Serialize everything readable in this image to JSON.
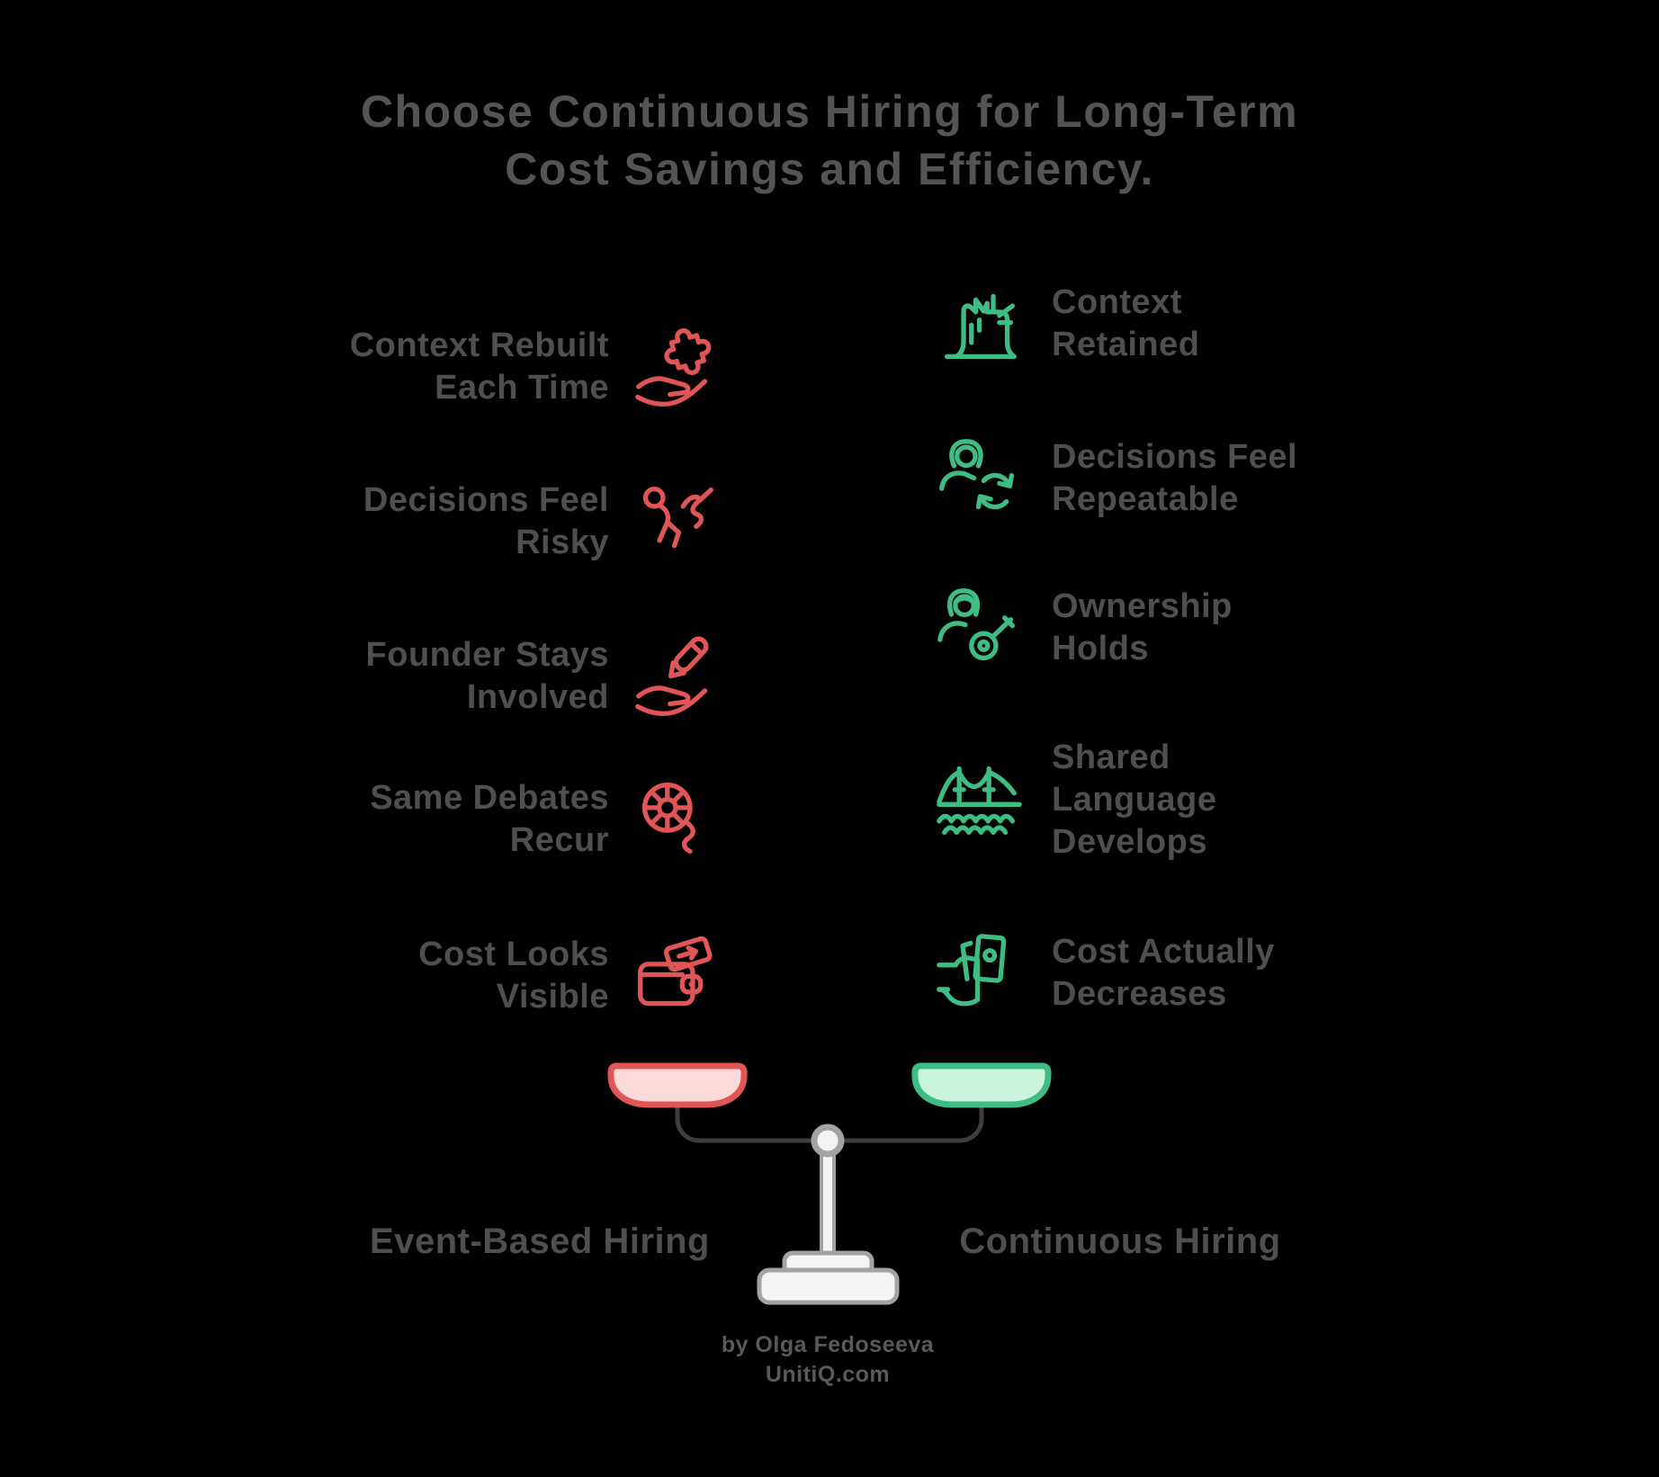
{
  "page": {
    "title_line1": "Choose Continuous Hiring for Long-Term",
    "title_line2": "Cost Savings and Efficiency."
  },
  "colors": {
    "background": "#000000",
    "title": "#545454",
    "item_text": "#4f4f4f",
    "negative": "#e05555",
    "negative_fill": "#fbdada",
    "positive": "#3dbd83",
    "positive_fill": "#c9f3dc",
    "beam": "#3d3d3d",
    "stand_fill": "#f4f4f4",
    "stand_stroke": "#a3a3a3",
    "footer": "#595959"
  },
  "comparison": {
    "left": {
      "label": "Event-Based Hiring",
      "items": [
        {
          "icon": "puzzle-hand",
          "lines": [
            "Context Rebuilt",
            "Each Time"
          ]
        },
        {
          "icon": "falling-person",
          "lines": [
            "Decisions Feel",
            "Risky"
          ]
        },
        {
          "icon": "pencil-hand",
          "lines": [
            "Founder Stays",
            "Involved"
          ]
        },
        {
          "icon": "spinning-wheel",
          "lines": [
            "Same Debates",
            "Recur"
          ]
        },
        {
          "icon": "wallet-money",
          "lines": [
            "Cost Looks",
            "Visible"
          ]
        }
      ]
    },
    "right": {
      "label": "Continuous Hiring",
      "items": [
        {
          "icon": "tree-stump",
          "lines": [
            "Context",
            "Retained"
          ]
        },
        {
          "icon": "person-refresh",
          "lines": [
            "Decisions Feel",
            "Repeatable"
          ]
        },
        {
          "icon": "person-key",
          "lines": [
            "Ownership",
            "Holds"
          ]
        },
        {
          "icon": "bridge",
          "lines": [
            "Shared",
            "Language",
            "Develops"
          ]
        },
        {
          "icon": "hand-money",
          "lines": [
            "Cost Actually",
            "Decreases"
          ]
        }
      ]
    }
  },
  "footer": {
    "line1": "by Olga Fedoseeva",
    "line2": "UnitiQ.com"
  }
}
